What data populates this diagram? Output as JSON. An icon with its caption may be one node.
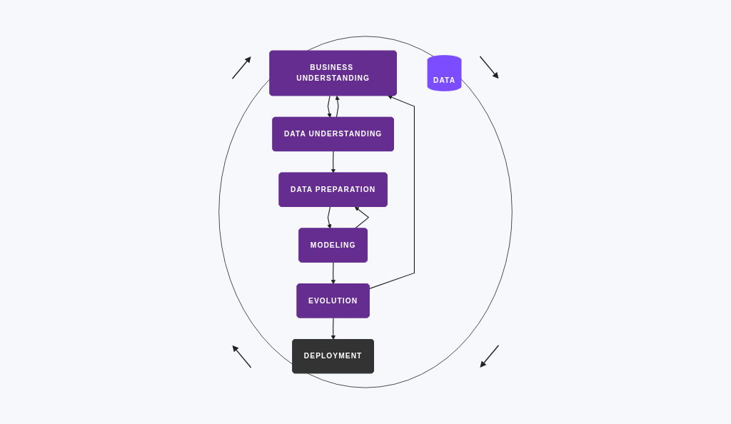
{
  "diagram": {
    "nodes": [
      {
        "text": [
          "BUSINESS UNDERSTANDING"
        ]
      },
      {
        "text": [
          "DATA UNDERSTANDING"
        ]
      },
      {
        "text": [
          "DATA PREPARATION"
        ]
      },
      {
        "text": [
          "DATA"
        ]
      },
      {
        "text": [
          "DEPLOYMENT"
        ]
      },
      {
        "text": [
          "MODELING"
        ]
      },
      {
        "text": [
          "EVOLUTION"
        ]
      }
    ],
    "edges": [
      {
        "from": 0,
        "to": 1,
        "arrow": "to"
      },
      {
        "from": 1,
        "to": 0,
        "arrow": "to"
      },
      {
        "from": 6,
        "to": 0,
        "arrow": "to"
      },
      {
        "from": 1,
        "to": 2,
        "arrow": "to"
      },
      {
        "from": 5,
        "to": 2,
        "arrow": "to"
      },
      {
        "from": 2,
        "to": 5,
        "arrow": "to"
      },
      {
        "from": 5,
        "to": 6,
        "arrow": "to"
      },
      {
        "from": 6,
        "to": 4,
        "arrow": "to"
      }
    ]
  }
}
